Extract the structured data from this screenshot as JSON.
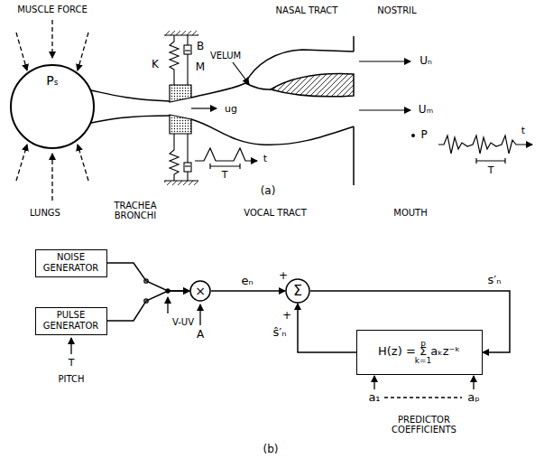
{
  "diagram": {
    "nodes": [
      {
        "text": [
          "Pₛ"
        ]
      },
      {
        "text": [
          "NOISE GENERATOR"
        ]
      },
      {
        "text": [
          "PULSE GENERATOR"
        ]
      },
      {
        "text": [
          "×"
        ]
      },
      {
        "text": [
          "Σ"
        ]
      },
      {
        "text": [
          "p",
          "H(z) = Σ aₖz⁻ᵏ",
          "k=1"
        ]
      }
    ],
    "edges": [
      {
        "from": 1,
        "to": 3,
        "arrow": "to"
      },
      {
        "from": 2,
        "to": 3,
        "arrow": "to"
      },
      {
        "from": 3,
        "to": 4,
        "label": "eₙ",
        "arrow": "to"
      },
      {
        "from": 4,
        "to": 5,
        "label": "s′ₙ",
        "arrow": "to"
      },
      {
        "from": 5,
        "to": 4,
        "label": "ŝ′ₙ",
        "arrow": "to"
      }
    ],
    "labels": [
      "MUSCLE FORCE",
      "K",
      "B",
      "M",
      "ug",
      "T",
      "t",
      "VELUM",
      "NASAL TRACT",
      "NOSTRIL",
      "Uₙ",
      "Uₘ",
      "P",
      "t",
      "T",
      "LUNGS",
      "TRACHEA BRONCHI",
      "(a)",
      "VOCAL TRACT",
      "MOUTH",
      "T",
      "PITCH",
      "V-UV",
      "A",
      "+",
      "+",
      "a₁",
      "aₚ",
      "PREDICTOR COEFFICIENTS",
      "(b)"
    ]
  }
}
